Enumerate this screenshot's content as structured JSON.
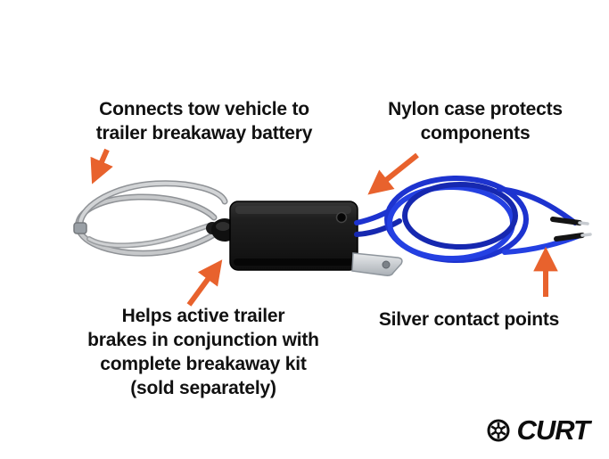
{
  "annotations": {
    "top_left": "Connects tow vehicle to\ntrailer breakaway battery",
    "top_right": "Nylon case protects\ncomponents",
    "bottom_left": "Helps active trailer\nbrakes in conjunction with\ncomplete breakaway kit\n(sold separately)",
    "bottom_right": "Silver contact points"
  },
  "logo": {
    "text": "CURT",
    "icon": "curt-emblem-icon"
  },
  "product": {
    "parts": [
      "breakaway-cable",
      "plunger-switch",
      "nylon-case",
      "mounting-bracket",
      "blue-wires",
      "silver-contact-tips"
    ]
  },
  "colors": {
    "arrow_orange": "#E8622D",
    "text_black": "#111111",
    "wire_blue": "#1d33cf",
    "case_black": "#1b1b1b",
    "cable_gray": "#b9b9b9",
    "background": "#ffffff"
  }
}
